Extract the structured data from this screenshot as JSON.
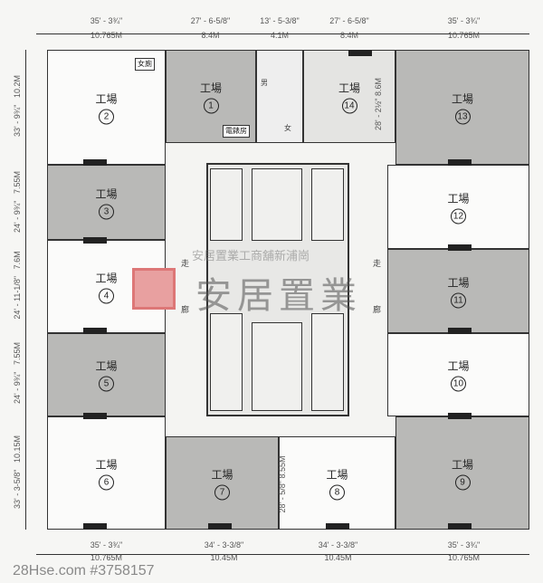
{
  "top_dims": [
    {
      "ft": "35' - 3¾\"",
      "m": "10.765M"
    },
    {
      "ft": "27' - 6-5/8\"",
      "m": "8.4M"
    },
    {
      "ft": "13' - 5-3/8\"",
      "m": "4.1M"
    },
    {
      "ft": "27' - 6-5/8\"",
      "m": "8.4M"
    },
    {
      "ft": "35' - 3¾\"",
      "m": "10.765M"
    }
  ],
  "bottom_dims": [
    {
      "ft": "35' - 3¾\"",
      "m": "10.765M"
    },
    {
      "ft": "34' - 3-3/8\"",
      "m": "10.45M"
    },
    {
      "ft": "34' - 3-3/8\"",
      "m": "10.45M"
    },
    {
      "ft": "35' - 3¾\"",
      "m": "10.765M"
    }
  ],
  "left_dims": [
    {
      "ft": "33' - 9¾\"",
      "m": "10.2M"
    },
    {
      "ft": "24' - 9¾\"",
      "m": "7.55M"
    },
    {
      "ft": "24' - 11-1/8\"",
      "m": "7.6M"
    },
    {
      "ft": "24' - 9¾\"",
      "m": "7.55M"
    },
    {
      "ft": "33' - 3-5/8\"",
      "m": "10.15M"
    }
  ],
  "inner_dims": [
    {
      "ft": "28' - 2½\"",
      "m": "8.6M"
    },
    {
      "ft": "28' - 5/8\"",
      "m": "8.55M"
    }
  ],
  "unit_label": "工場",
  "units": [
    "1",
    "2",
    "3",
    "4",
    "5",
    "6",
    "7",
    "8",
    "9",
    "10",
    "11",
    "12",
    "13",
    "14"
  ],
  "corridor_left": [
    "走",
    "廊"
  ],
  "corridor_right": [
    "走",
    "廊"
  ],
  "core_labels": {
    "male": "男",
    "female": "女",
    "electric": "電錶房",
    "toilet": "女廁"
  },
  "watermark": {
    "agency_line": "安居置業工商舖新浦崗",
    "logo_text": "安居置業",
    "site": "28Hse.com #3758157"
  },
  "colors": {
    "shaded_unit": "#b9b9b7",
    "logo": "#e08080"
  }
}
